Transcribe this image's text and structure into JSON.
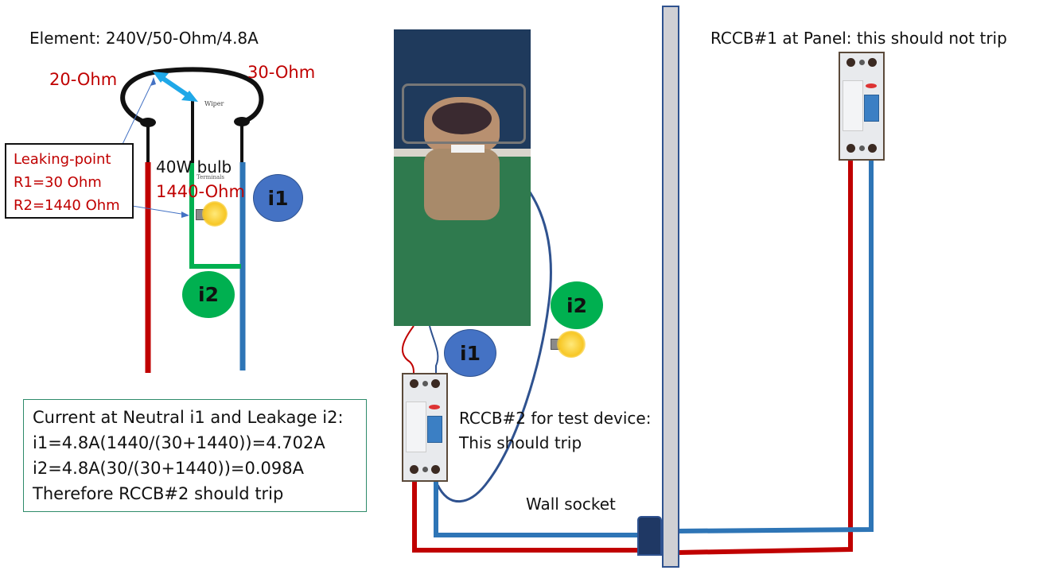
{
  "diagram": {
    "left": {
      "title": "Element: 240V/50-Ohm/4.8A",
      "label_20ohm": "20-Ohm",
      "label_30ohm": "30-Ohm",
      "wiper_label": "Wiper",
      "terminals_label": "Terminals",
      "bulb_label": "40W bulb",
      "bulb_resistance": "1440-Ohm",
      "badge_i1": "i1",
      "badge_i2": "i2",
      "leak_box": {
        "lines": [
          "Leaking-point",
          "R1=30 Ohm",
          "R2=1440 Ohm"
        ]
      },
      "calc_box": {
        "lines": [
          "Current at Neutral i1 and Leakage i2:",
          "i1=4.8A(1440/(30+1440))=4.702A",
          "i2=4.8A(30/(30+1440))=0.098A",
          "Therefore RCCB#2 should trip"
        ]
      }
    },
    "middle": {
      "badge_i1": "i1",
      "badge_i2": "i2",
      "rccb2_label_line1": "RCCB#2 for test device:",
      "rccb2_label_line2": "This should trip",
      "wall_socket_label": "Wall socket"
    },
    "right": {
      "rccb1_label": "RCCB#1 at Panel: this should not trip"
    },
    "colors": {
      "live_wire": "#c00000",
      "neutral_wire": "#2e75b6",
      "earth_leak_wire": "#00b050",
      "badge_blue": "#4472c4",
      "badge_green": "#00b050",
      "label_red": "#c00000",
      "wall": "#d0d0d4",
      "socket": "#1f3864"
    }
  }
}
